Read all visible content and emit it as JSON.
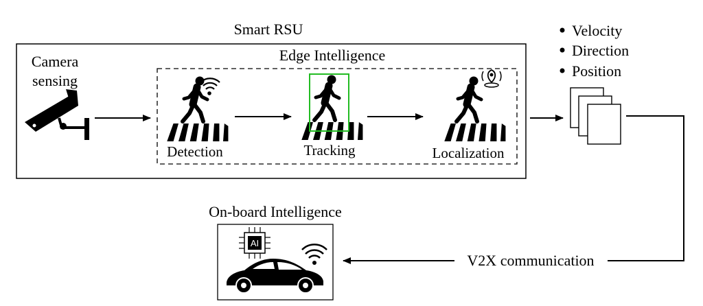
{
  "rsu": {
    "title": "Smart RSU"
  },
  "camera": {
    "line1": "Camera",
    "line2": "sensing",
    "icon": "cctv-camera-icon"
  },
  "edge": {
    "title": "Edge Intelligence",
    "stages": [
      {
        "label": "Detection",
        "icon": "pedestrian-wifi-icon"
      },
      {
        "label": "Tracking",
        "icon": "pedestrian-bounding-box-icon"
      },
      {
        "label": "Localization",
        "icon": "pedestrian-location-pin-icon"
      }
    ]
  },
  "outputs": {
    "items": [
      "Velocity",
      "Direction",
      "Position"
    ],
    "icon": "document-stack-icon"
  },
  "v2x": {
    "label": "V2X communication"
  },
  "onboard": {
    "title": "On-board Intelligence",
    "chip_text": "AI",
    "icons": [
      "ai-chip-icon",
      "car-icon",
      "wifi-icon"
    ]
  },
  "colors": {
    "tracking_box": "#22bb22",
    "stroke": "#000000"
  }
}
